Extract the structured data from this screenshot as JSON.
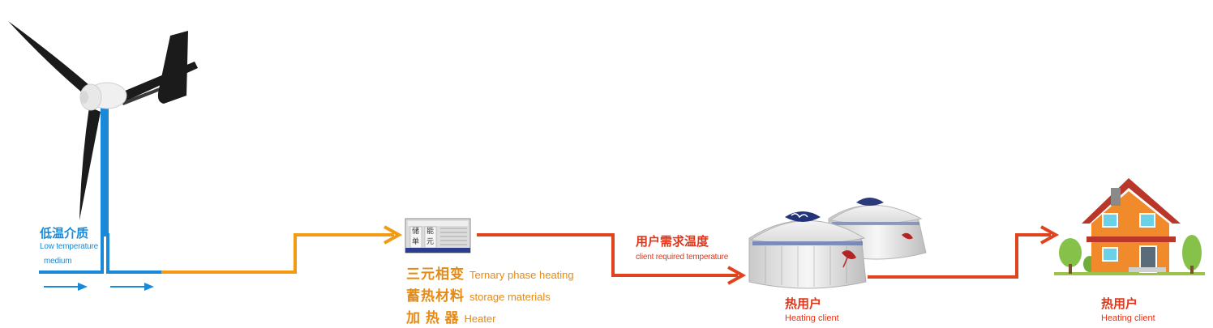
{
  "medium": {
    "cn": "低温介质",
    "en_line1": "Low temperature",
    "en_line2": "medium"
  },
  "storage_unit": {
    "panel_chars": [
      "储",
      "能",
      "单",
      "元"
    ],
    "lines": [
      {
        "cn": "三元相变",
        "en": "Ternary phase heating"
      },
      {
        "cn": "蓄热材料",
        "en": "storage materials"
      },
      {
        "cn": "加 热 器",
        "en": "Heater"
      }
    ]
  },
  "required_temp": {
    "cn": "用户需求温度",
    "en": "client required temperature"
  },
  "client_yurt": {
    "cn": "热用户",
    "en": "Heating client"
  },
  "client_house": {
    "cn": "热用户",
    "en": "Heating client"
  },
  "colors": {
    "cold": "#1a8ad8",
    "warm": "#f29a12",
    "hot": "#e0441e"
  }
}
